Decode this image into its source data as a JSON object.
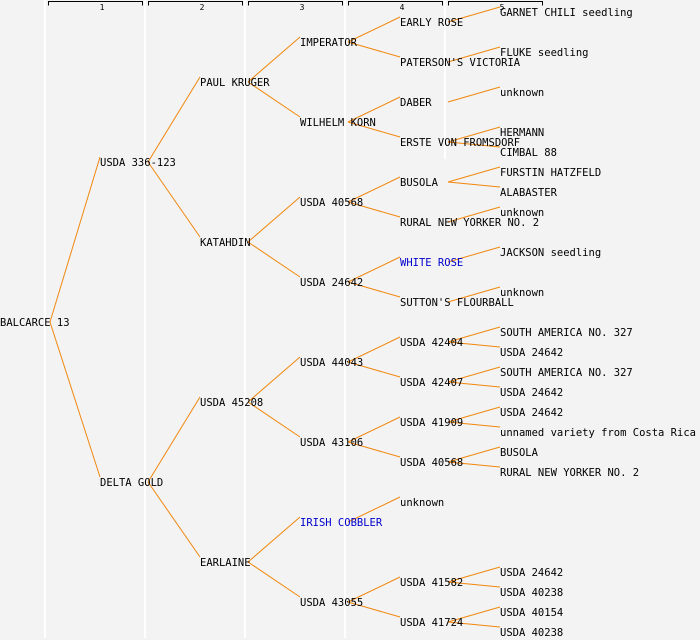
{
  "generations": [
    "1",
    "2",
    "3",
    "4",
    "5"
  ],
  "colors": {
    "edge": "#f0870f",
    "link": "#0000cc",
    "text": "#000000",
    "background": "#f3f3f3"
  },
  "pedigree": {
    "name": "BALCARCE 13",
    "children": [
      {
        "name": "USDA 336-123",
        "children": [
          {
            "name": "PAUL KRUGER",
            "children": [
              {
                "name": "IMPERATOR",
                "children": [
                  {
                    "name": "EARLY ROSE",
                    "children": [
                      {
                        "name": "GARNET CHILI seedling"
                      }
                    ]
                  },
                  {
                    "name": "PATERSON'S VICTORIA",
                    "children": [
                      {
                        "name": "FLUKE seedling"
                      }
                    ]
                  }
                ]
              },
              {
                "name": "WILHELM KORN",
                "children": [
                  {
                    "name": "DABER",
                    "children": [
                      {
                        "name": "unknown"
                      }
                    ]
                  },
                  {
                    "name": "ERSTE VON FROMSDORF",
                    "children": [
                      {
                        "name": "HERMANN"
                      },
                      {
                        "name": "CIMBAL 88"
                      }
                    ]
                  }
                ]
              }
            ]
          },
          {
            "name": "KATAHDIN",
            "children": [
              {
                "name": "USDA 40568",
                "children": [
                  {
                    "name": "BUSOLA",
                    "children": [
                      {
                        "name": "FURSTIN HATZFELD"
                      },
                      {
                        "name": "ALABASTER"
                      }
                    ]
                  },
                  {
                    "name": "RURAL NEW YORKER NO. 2",
                    "children": [
                      {
                        "name": "unknown"
                      }
                    ]
                  }
                ]
              },
              {
                "name": "USDA 24642",
                "children": [
                  {
                    "name": "WHITE ROSE",
                    "link": true,
                    "children": [
                      {
                        "name": "JACKSON seedling"
                      }
                    ]
                  },
                  {
                    "name": "SUTTON'S FLOURBALL",
                    "children": [
                      {
                        "name": "unknown"
                      }
                    ]
                  }
                ]
              }
            ]
          }
        ]
      },
      {
        "name": "DELTA GOLD",
        "children": [
          {
            "name": "USDA 45208",
            "children": [
              {
                "name": "USDA 44043",
                "children": [
                  {
                    "name": "USDA 42404",
                    "children": [
                      {
                        "name": "SOUTH AMERICA NO. 327"
                      },
                      {
                        "name": "USDA 24642"
                      }
                    ]
                  },
                  {
                    "name": "USDA 42407",
                    "children": [
                      {
                        "name": "SOUTH AMERICA NO. 327"
                      },
                      {
                        "name": "USDA 24642"
                      }
                    ]
                  }
                ]
              },
              {
                "name": "USDA 43106",
                "children": [
                  {
                    "name": "USDA 41909",
                    "children": [
                      {
                        "name": "USDA 24642"
                      },
                      {
                        "name": "unnamed variety from Costa Rica"
                      }
                    ]
                  },
                  {
                    "name": "USDA 40568",
                    "children": [
                      {
                        "name": "BUSOLA"
                      },
                      {
                        "name": "RURAL NEW YORKER NO. 2"
                      }
                    ]
                  }
                ]
              }
            ]
          },
          {
            "name": "EARLAINE",
            "children": [
              {
                "name": "IRISH COBBLER",
                "link": true,
                "children": [
                  {
                    "name": "unknown"
                  }
                ]
              },
              {
                "name": "USDA 43055",
                "children": [
                  {
                    "name": "USDA 41582",
                    "children": [
                      {
                        "name": "USDA 24642"
                      },
                      {
                        "name": "USDA 40238"
                      }
                    ]
                  },
                  {
                    "name": "USDA 41724",
                    "children": [
                      {
                        "name": "USDA 40154"
                      },
                      {
                        "name": "USDA 40238"
                      }
                    ]
                  }
                ]
              }
            ]
          }
        ]
      }
    ]
  }
}
